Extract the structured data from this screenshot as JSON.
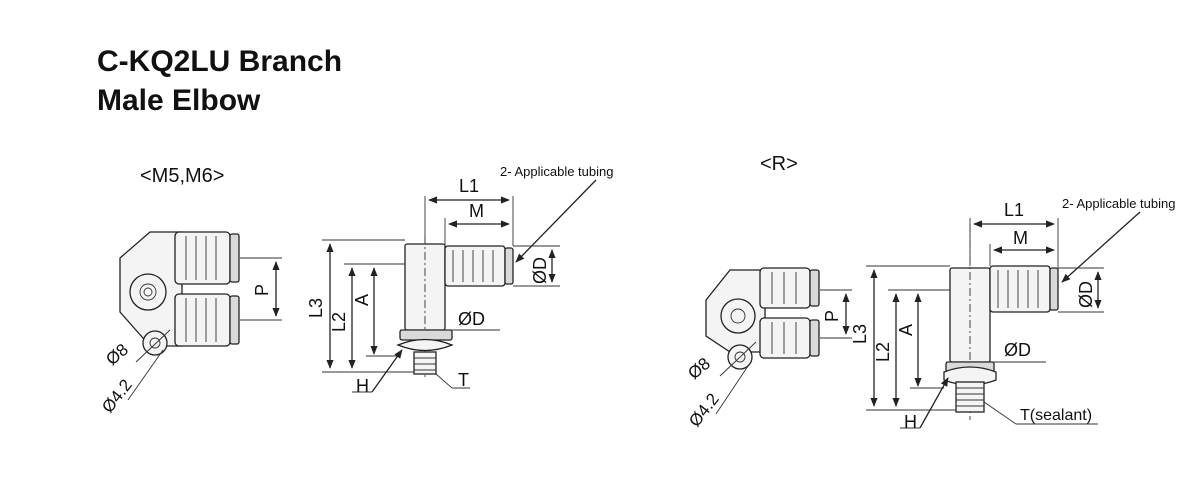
{
  "title": {
    "line1": "C-KQ2LU Branch",
    "line2": "Male Elbow"
  },
  "left_drawing": {
    "caption": "<M5,M6>",
    "labels": {
      "tubing": "2- Applicable tubing",
      "L1": "L1",
      "M": "M",
      "D": "ØD",
      "P": "P",
      "L3": "L3",
      "L2": "L2",
      "A": "A",
      "D_hex": "ØD",
      "H": "H",
      "T": "T",
      "dia8": "Ø8",
      "dia42": "Ø4.2"
    }
  },
  "right_drawing": {
    "caption": "<R>",
    "labels": {
      "tubing": "2- Applicable tubing",
      "L1": "L1",
      "M": "M",
      "D": "ØD",
      "P": "P",
      "L3": "L3",
      "L2": "L2",
      "A": "A",
      "D_hex": "ØD",
      "H": "H",
      "T": "T(sealant)",
      "dia8": "Ø8",
      "dia42": "Ø4.2"
    }
  }
}
